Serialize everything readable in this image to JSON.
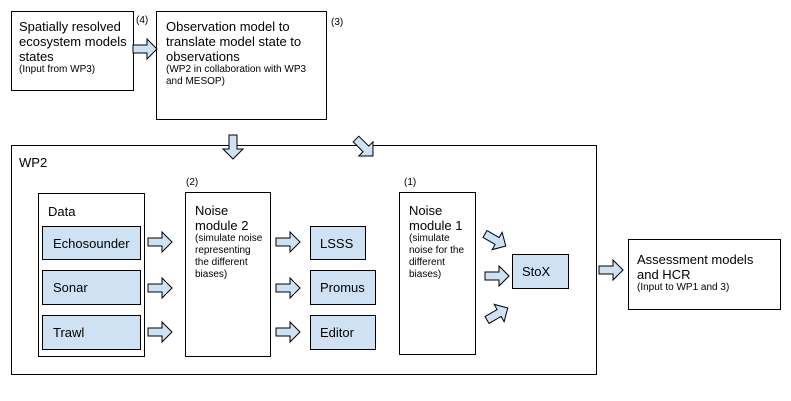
{
  "top": {
    "ecosystem": {
      "title": "Spatially resolved ecosystem models states",
      "sub": "(Input from WP3)",
      "number": "(4)"
    },
    "observation": {
      "title": "Observation model to translate model state to observations",
      "sub": "(WP2 in collaboration with WP3 and MESOP)",
      "number": "(3)"
    }
  },
  "wp2": {
    "label": "WP2",
    "data_panel": {
      "title": "Data",
      "items": [
        "Echosounder",
        "Sonar",
        "Trawl"
      ]
    },
    "noise2": {
      "number": "(2)",
      "title": "Noise module 2",
      "sub": "(simulate noise representing the different biases)"
    },
    "tools": [
      "LSSS",
      "Promus",
      "Editor"
    ],
    "noise1": {
      "number": "(1)",
      "title": "Noise module 1",
      "sub": "(simulate noise for the different biases)"
    },
    "stox": "StoX"
  },
  "assessment": {
    "title": "Assessment models and HCR",
    "sub": "(Input to WP1 and 3)"
  },
  "colors": {
    "box_fill": "#cfe2f3",
    "arrow_fill": "#cfe2f3",
    "stroke": "#000000"
  }
}
